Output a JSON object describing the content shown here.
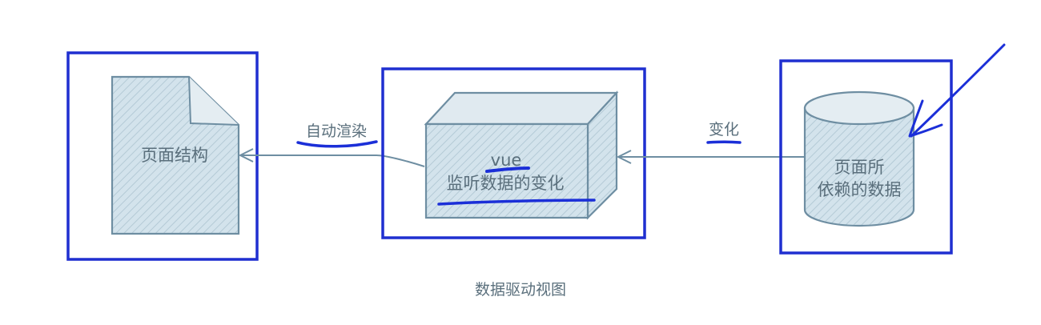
{
  "diagram": {
    "caption": "数据驱动视图",
    "nodes": {
      "page_structure": {
        "label": "页面结构"
      },
      "vue": {
        "label_line1": "vue",
        "label_line2": "监听数据的变化"
      },
      "page_data": {
        "label_line1": "页面所",
        "label_line2": "依赖的数据"
      }
    },
    "edges": {
      "auto_render": {
        "label": "自动渲染"
      },
      "change": {
        "label": "变化"
      }
    }
  },
  "colors": {
    "annotation_ink": "#1b2fd8",
    "shape_fill": "#c9dce6",
    "shape_stroke": "#6e8ea2",
    "text": "#5a6f7c"
  }
}
